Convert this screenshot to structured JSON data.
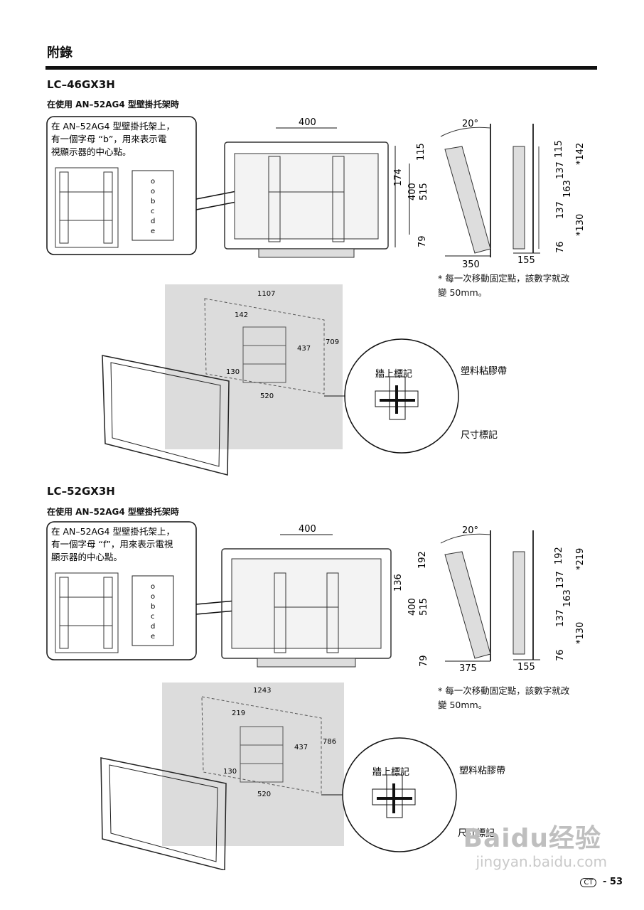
{
  "header": {
    "section_title": "附錄"
  },
  "sections": [
    {
      "model": "LC–46GX3H",
      "subtitle": "在使用 AN–52AG4 型壁掛托架時",
      "callout": [
        "在 AN–52AG4 型壁掛托架上，",
        "有一個字母 “b”，用來表示電",
        "視顯示器的中心點。"
      ],
      "letters": [
        "o",
        "o",
        "b",
        "c",
        "d",
        "e"
      ],
      "front_dims": {
        "width": "400",
        "top": "115",
        "mid": "174",
        "v1": "400",
        "v2": "515",
        "bottom": "79"
      },
      "side": {
        "angle": "20°",
        "depth": "350"
      },
      "wall_side": {
        "d1": "115",
        "d2": "*142",
        "d3": "137",
        "d4": "163",
        "d5": "137",
        "d6": "76",
        "d7": "*130",
        "depth": "155"
      },
      "footnote": [
        "* 每一次移動固定點，該數字就改",
        "變 50mm。"
      ],
      "mount": {
        "w": "1107",
        "a": "142",
        "b": "437",
        "c": "709",
        "d": "130",
        "e": "520"
      },
      "labels": {
        "wall_mark": "牆上標記",
        "tape": "塑料粘膠帶",
        "dim_mark": "尺寸標記"
      }
    },
    {
      "model": "LC–52GX3H",
      "subtitle": "在使用 AN–52AG4 型壁掛托架時",
      "callout": [
        "在 AN–52AG4 型壁掛托架上，",
        "有一個字母 “f”，用來表示電視",
        "顯示器的中心點。"
      ],
      "letters": [
        "o",
        "o",
        "b",
        "c",
        "d",
        "e"
      ],
      "front_dims": {
        "width": "400",
        "top": "192",
        "mid": "136",
        "v1": "400",
        "v2": "515",
        "bottom": "79"
      },
      "side": {
        "angle": "20°",
        "depth": "375"
      },
      "wall_side": {
        "d1": "192",
        "d2": "*219",
        "d3": "137",
        "d4": "163",
        "d5": "137",
        "d6": "76",
        "d7": "*130",
        "depth": "155"
      },
      "footnote": [
        "* 每一次移動固定點，該數字就改",
        "變 50mm。"
      ],
      "mount": {
        "w": "1243",
        "a": "219",
        "b": "437",
        "c": "786",
        "d": "130",
        "e": "520"
      },
      "labels": {
        "wall_mark": "牆上標記",
        "tape": "塑料粘膠帶",
        "dim_mark": "尺寸標記"
      }
    }
  ],
  "footer": {
    "badge": "CT",
    "dash": "-",
    "page": "53"
  },
  "watermark": {
    "brand": "Baidu经验",
    "url": "jingyan.baidu.com"
  }
}
